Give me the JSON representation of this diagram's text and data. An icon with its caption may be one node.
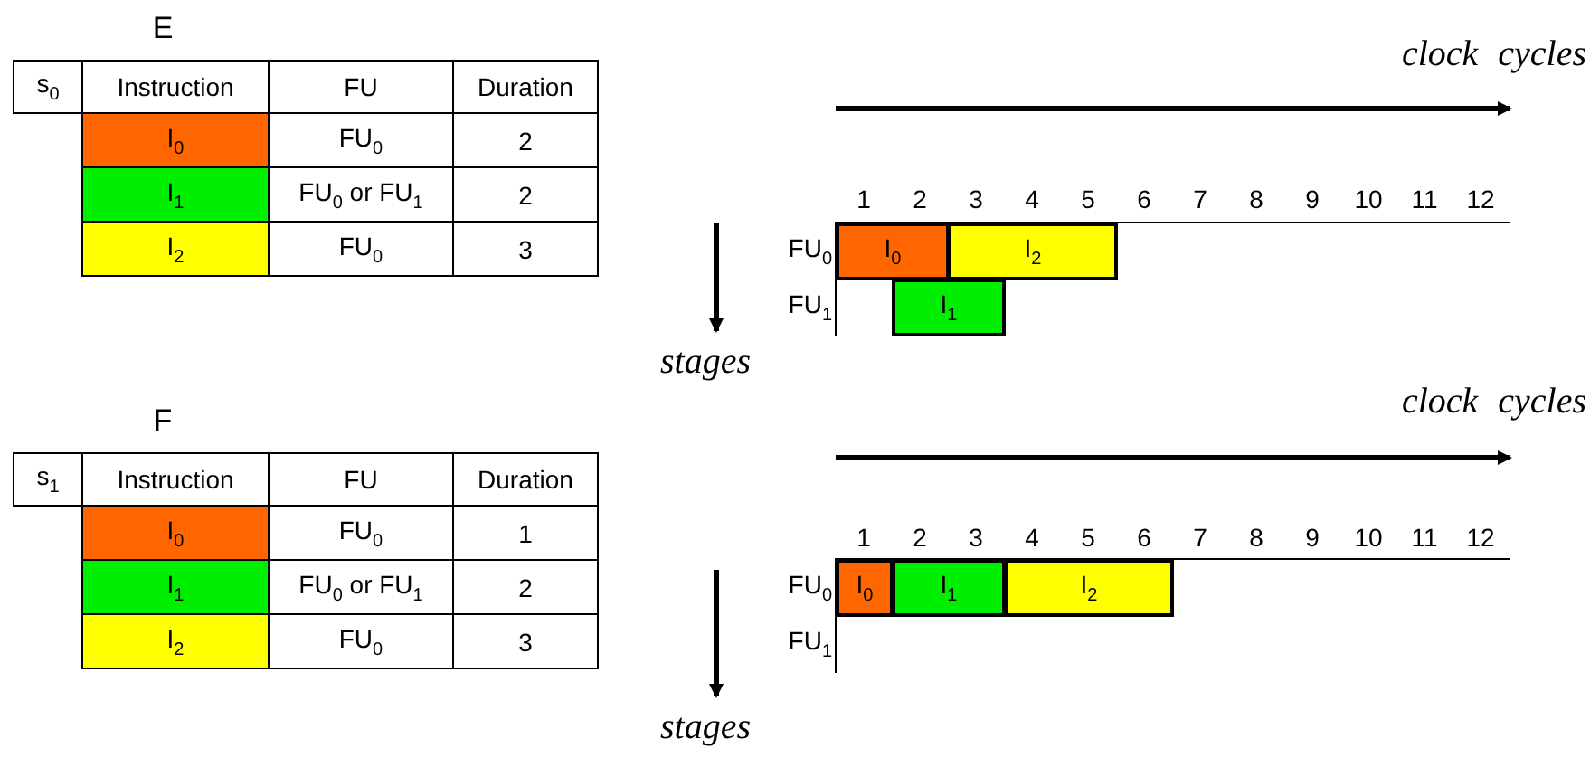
{
  "diagram": {
    "nodes": [
      {
        "text": [
          "I$_{0}$"
        ]
      },
      {
        "text": [
          "I$_{1}$"
        ]
      },
      {
        "text": [
          "I$_{2}$"
        ]
      },
      {
        "text": [
          "I$_{0}$"
        ]
      },
      {
        "text": [
          "I$_{2}$"
        ]
      },
      {
        "text": [
          "I$_{1}$"
        ]
      },
      {
        "text": [
          "I$_{0}$"
        ]
      },
      {
        "text": [
          "I$_{1}$"
        ]
      },
      {
        "text": [
          "I$_{2}$"
        ]
      },
      {
        "text": [
          "I$_{0}$"
        ]
      },
      {
        "text": [
          "I$_{1}$"
        ]
      },
      {
        "text": [
          "I$_{2}$"
        ]
      }
    ],
    "labels": [
      "E",
      "clock cycles",
      "s$_{0}$",
      "Instruction",
      "FU",
      "Duration",
      "FU$_{0}$",
      "2",
      "FU$_{0}$ or FU$_{1}$",
      "2",
      "FU$_{0}$",
      "3",
      "1",
      "2",
      "3",
      "4",
      "5",
      "6",
      "7",
      "8",
      "9",
      "10",
      "11",
      "12",
      "FU$_{0}$",
      "FU$_{1}$",
      "stages",
      "F",
      "clock cycles",
      "s$_{1}$",
      "Instruction",
      "FU",
      "Duration",
      "FU$_{0}$",
      "1",
      "FU$_{0}$ or FU$_{1}$",
      "2",
      "FU$_{0}$",
      "3",
      "1",
      "2",
      "3",
      "4",
      "5",
      "6",
      "7",
      "8",
      "9",
      "10",
      "11",
      "12",
      "FU$_{0}$",
      "FU$_{1}$",
      "stages"
    ]
  }
}
